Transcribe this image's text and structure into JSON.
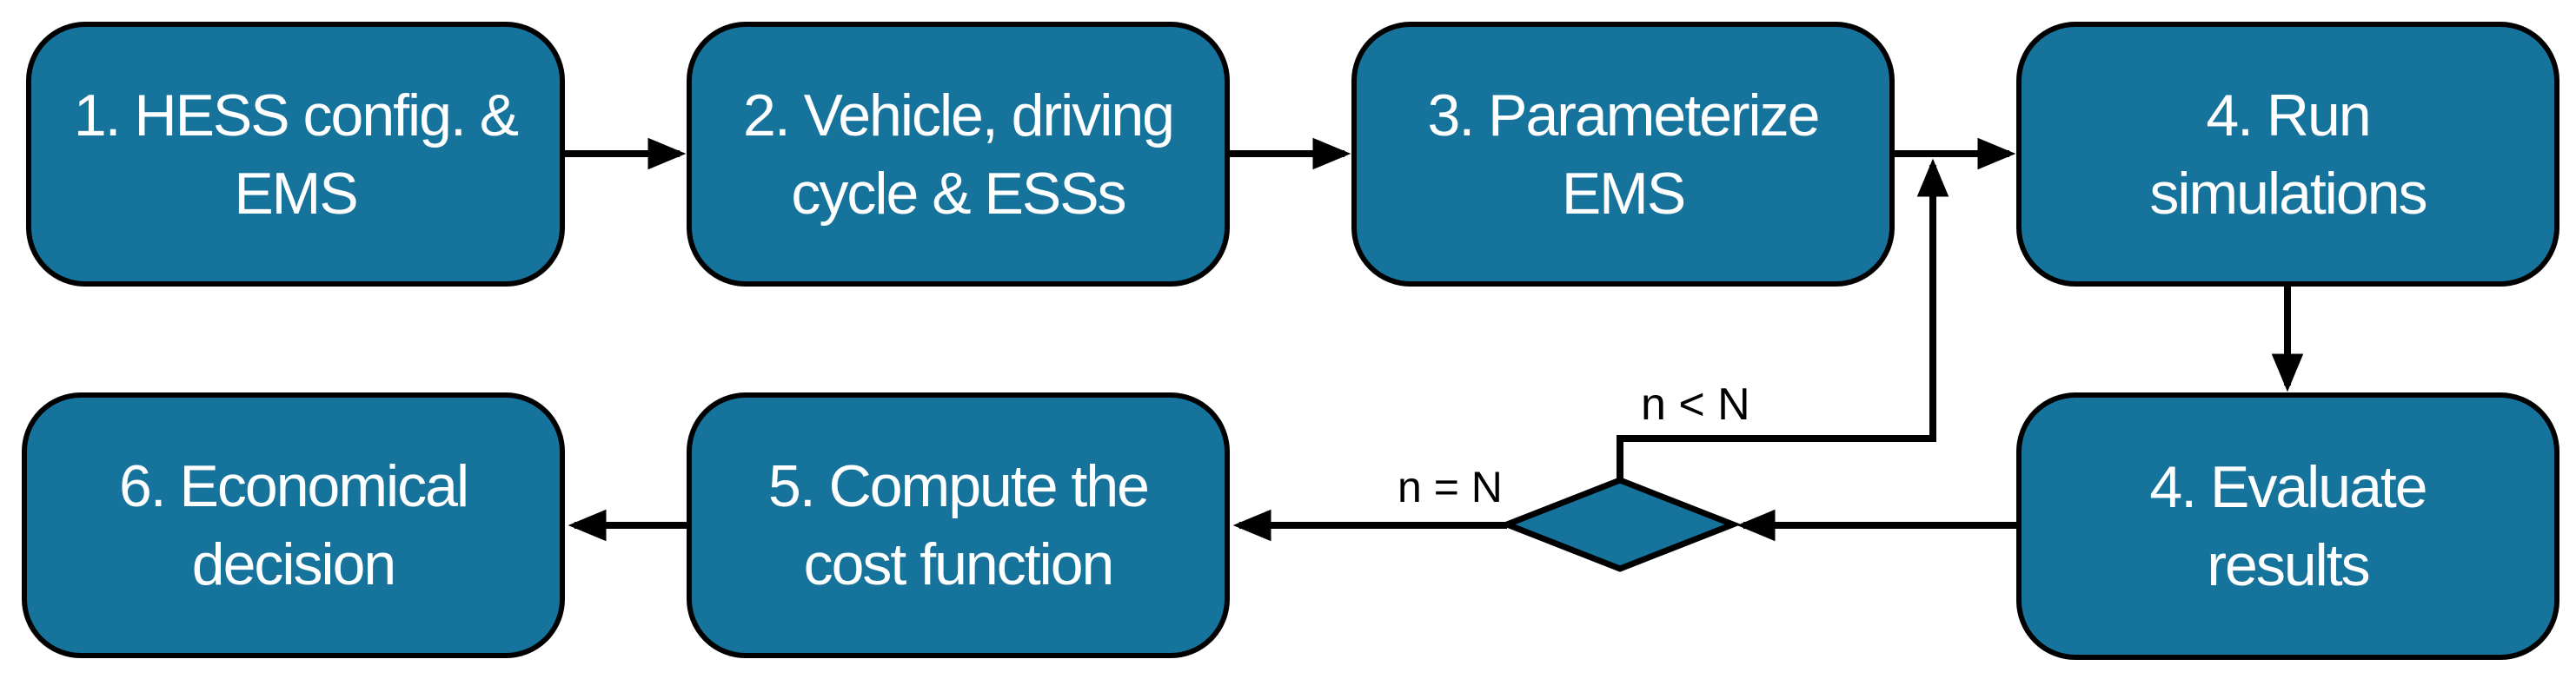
{
  "colors": {
    "background": "#ffffff",
    "node_fill": "#15739c",
    "node_border": "#000000",
    "arrow": "#000000",
    "node_text": "#ffffff",
    "edge_label_text": "#000000"
  },
  "nodes": [
    {
      "id": "hess-config-ems",
      "line1": "1. HESS config. &",
      "line2": "EMS"
    },
    {
      "id": "vehicle-cycle-esss",
      "line1": "2. Vehicle, driving",
      "line2": "cycle & ESSs"
    },
    {
      "id": "parameterize-ems",
      "line1": "3. Parameterize",
      "line2": "EMS"
    },
    {
      "id": "run-simulations",
      "line1": "4. Run",
      "line2": "simulations"
    },
    {
      "id": "evaluate-results",
      "line1": "4. Evaluate",
      "line2": "results"
    },
    {
      "id": "compute-cost",
      "line1": "5. Compute the",
      "line2": "cost function"
    },
    {
      "id": "economical-decision",
      "line1": "6. Economical",
      "line2": "decision"
    }
  ],
  "decision_diamond": {
    "shape": "diamond",
    "label": ""
  },
  "edge_labels": {
    "loop": "n < N",
    "done": "n = N"
  }
}
